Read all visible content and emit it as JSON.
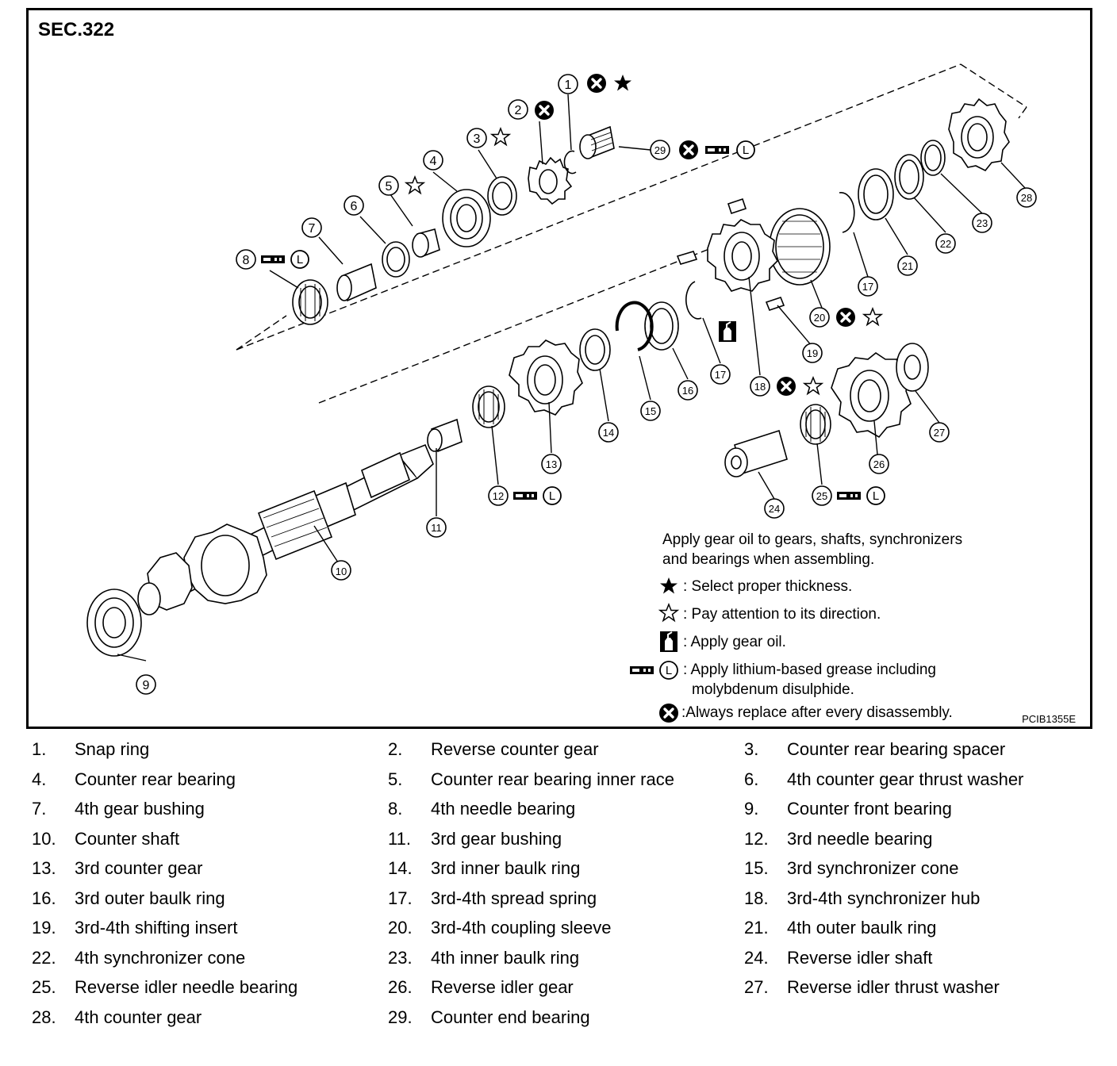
{
  "figure": {
    "section_label": "SEC.322",
    "figure_code": "PCIB1355E",
    "callout_numbers": [
      "1",
      "2",
      "3",
      "4",
      "5",
      "6",
      "7",
      "8",
      "9",
      "10",
      "11",
      "12",
      "13",
      "14",
      "15",
      "16",
      "17",
      "18",
      "19",
      "20",
      "21",
      "22",
      "23",
      "24",
      "25",
      "26",
      "27",
      "28",
      "29"
    ],
    "grease_mark": "L",
    "legend": {
      "note_line1": "Apply gear oil to gears, shafts, synchronizers",
      "note_line2": "and bearings when assembling.",
      "select_thickness": ": Select proper thickness.",
      "pay_attention": ": Pay attention to its direction.",
      "apply_gear_oil": ": Apply gear oil.",
      "apply_grease_line1": ": Apply lithium-based grease including",
      "apply_grease_line2": "molybdenum disulphide.",
      "always_replace": ":Always replace after every disassembly."
    }
  },
  "parts_list": [
    {
      "num": "1.",
      "name": "Snap ring"
    },
    {
      "num": "2.",
      "name": "Reverse counter gear"
    },
    {
      "num": "3.",
      "name": "Counter rear bearing spacer"
    },
    {
      "num": "4.",
      "name": "Counter rear bearing"
    },
    {
      "num": "5.",
      "name": "Counter rear bearing inner race"
    },
    {
      "num": "6.",
      "name": "4th counter gear thrust washer"
    },
    {
      "num": "7.",
      "name": "4th gear bushing"
    },
    {
      "num": "8.",
      "name": "4th needle bearing"
    },
    {
      "num": "9.",
      "name": "Counter front bearing"
    },
    {
      "num": "10.",
      "name": "Counter shaft"
    },
    {
      "num": "11.",
      "name": "3rd gear bushing"
    },
    {
      "num": "12.",
      "name": "3rd needle bearing"
    },
    {
      "num": "13.",
      "name": "3rd counter gear"
    },
    {
      "num": "14.",
      "name": "3rd inner baulk ring"
    },
    {
      "num": "15.",
      "name": "3rd synchronizer cone"
    },
    {
      "num": "16.",
      "name": "3rd outer baulk ring"
    },
    {
      "num": "17.",
      "name": "3rd-4th spread spring"
    },
    {
      "num": "18.",
      "name": "3rd-4th synchronizer hub"
    },
    {
      "num": "19.",
      "name": "3rd-4th shifting insert"
    },
    {
      "num": "20.",
      "name": "3rd-4th coupling sleeve"
    },
    {
      "num": "21.",
      "name": "4th outer baulk ring"
    },
    {
      "num": "22.",
      "name": "4th synchronizer cone"
    },
    {
      "num": "23.",
      "name": "4th inner baulk ring"
    },
    {
      "num": "24.",
      "name": "Reverse idler shaft"
    },
    {
      "num": "25.",
      "name": "Reverse idler needle bearing"
    },
    {
      "num": "26.",
      "name": "Reverse idler gear"
    },
    {
      "num": "27.",
      "name": "Reverse idler thrust washer"
    },
    {
      "num": "28.",
      "name": "4th counter gear"
    },
    {
      "num": "29.",
      "name": "Counter end bearing"
    }
  ]
}
